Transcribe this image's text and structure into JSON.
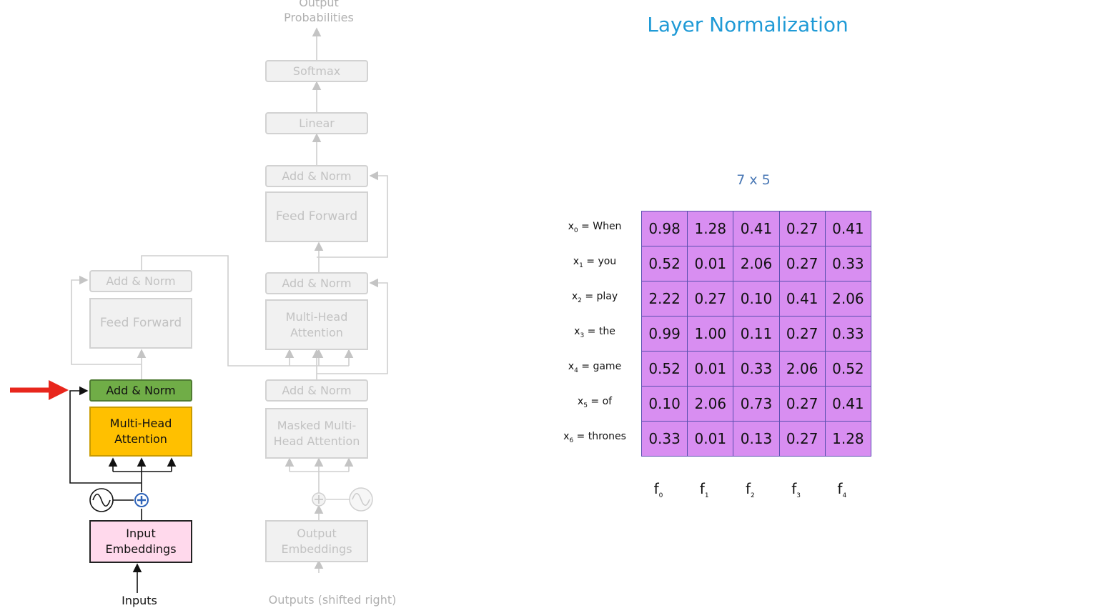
{
  "slide_title": "Layer Normalization",
  "matrix_dims": "7 x 5",
  "decoder": {
    "output_probabilities": "Output\nProbabilities",
    "softmax": "Softmax",
    "linear": "Linear",
    "add_norm_3": "Add & Norm",
    "feed_forward": "Feed Forward",
    "add_norm_2": "Add & Norm",
    "mha": "Multi-Head\nAttention",
    "add_norm_1": "Add & Norm",
    "masked_mha": "Masked Multi-\nHead Attention",
    "output_embeddings": "Output\nEmbeddings",
    "outputs_label": "Outputs (shifted right)"
  },
  "encoder": {
    "add_norm_top": "Add & Norm",
    "feed_forward": "Feed Forward",
    "add_norm_active": "Add & Norm",
    "mha": "Multi-Head\nAttention",
    "input_embeddings": "Input\nEmbeddings",
    "inputs_label": "Inputs"
  },
  "arrow_color": "#e8261c",
  "matrix": {
    "rows": [
      {
        "label": "x",
        "sub": "0",
        "word": " = When",
        "values": [
          "0.98",
          "1.28",
          "0.41",
          "0.27",
          "0.41"
        ]
      },
      {
        "label": "x",
        "sub": "1",
        "word": " = you",
        "values": [
          "0.52",
          "0.01",
          "2.06",
          "0.27",
          "0.33"
        ]
      },
      {
        "label": "x",
        "sub": "2",
        "word": " = play",
        "values": [
          "2.22",
          "0.27",
          "0.10",
          "0.41",
          "2.06"
        ]
      },
      {
        "label": "x",
        "sub": "3",
        "word": " = the",
        "values": [
          "0.99",
          "1.00",
          "0.11",
          "0.27",
          "0.33"
        ]
      },
      {
        "label": "x",
        "sub": "4",
        "word": " = game",
        "values": [
          "0.52",
          "0.01",
          "0.33",
          "2.06",
          "0.52"
        ]
      },
      {
        "label": "x",
        "sub": "5",
        "word": " = of",
        "values": [
          "0.10",
          "2.06",
          "0.73",
          "0.27",
          "0.41"
        ]
      },
      {
        "label": "x",
        "sub": "6",
        "word": " = thrones",
        "values": [
          "0.33",
          "0.01",
          "0.13",
          "0.27",
          "1.28"
        ]
      }
    ],
    "columns": [
      {
        "label": "f",
        "sub": "0"
      },
      {
        "label": "f",
        "sub": "1"
      },
      {
        "label": "f",
        "sub": "2"
      },
      {
        "label": "f",
        "sub": "3"
      },
      {
        "label": "f",
        "sub": "4"
      }
    ],
    "cell_color": "#d88ef1",
    "border_color": "#5a4fb0"
  }
}
